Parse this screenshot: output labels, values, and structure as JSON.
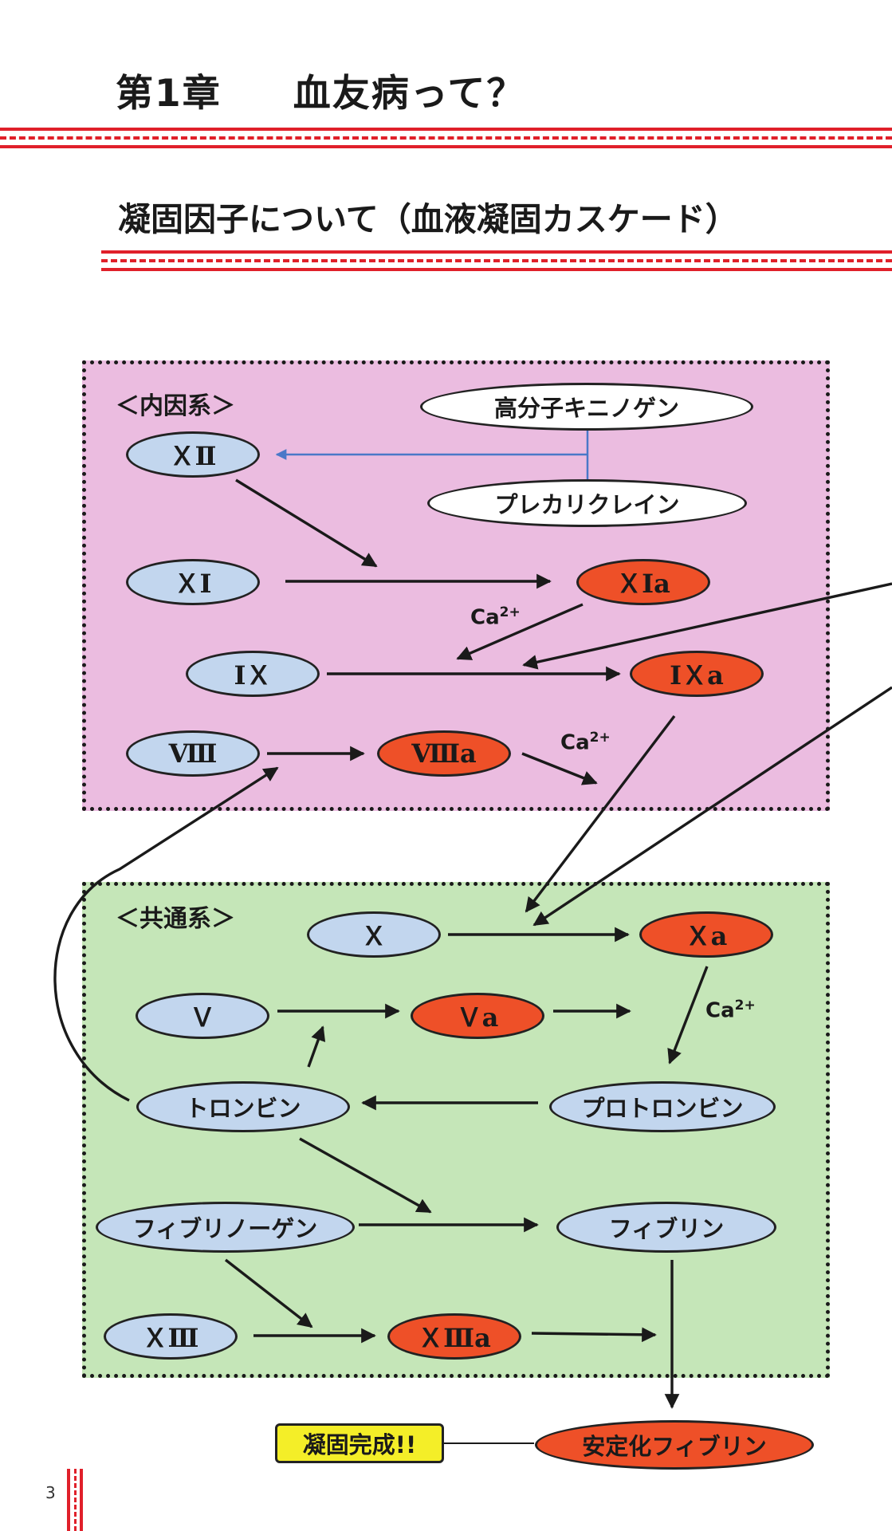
{
  "header": {
    "chapter_num": "第1章",
    "chapter_title": "血友病って？",
    "section_title": "凝固因子について（血液凝固カスケード）"
  },
  "intrinsic": {
    "label": "＜内因系＞",
    "nodes": {
      "hmwk": "高分子キニノゲン",
      "prekallikrein": "プレカリクレイン",
      "f12": "ＸⅡ",
      "f11": "ＸⅠ",
      "f11a": "ＸⅠa",
      "f9": "ⅠＸ",
      "f9a": "ⅠＸa",
      "f8": "Ⅷ",
      "f8a": "Ⅷa"
    }
  },
  "common": {
    "label": "＜共通系＞",
    "nodes": {
      "f10": "Ｘ",
      "f10a": "Ｘa",
      "f5": "Ｖ",
      "f5a": "Ｖa",
      "thrombin": "トロンビン",
      "prothrombin": "プロトロンビン",
      "fibrinogen": "フィブリノーゲン",
      "fibrin": "フィブリン",
      "f13": "ＸⅢ",
      "f13a": "ＸⅢa"
    }
  },
  "stable_fibrin": "安定化フィブリン",
  "completion": "凝固完成!!",
  "calcium": {
    "base": "Ca",
    "sup": "2+"
  },
  "page_number": "3",
  "colors": {
    "accent_red": "#e0202a",
    "intrinsic_bg": "#ebbce0",
    "common_bg": "#c5e6b8",
    "factor_blue": "#c2d6ee",
    "activated_red": "#ee5028",
    "highlight_yellow": "#f4ee28",
    "contact_arrow_blue": "#4a78c8"
  }
}
